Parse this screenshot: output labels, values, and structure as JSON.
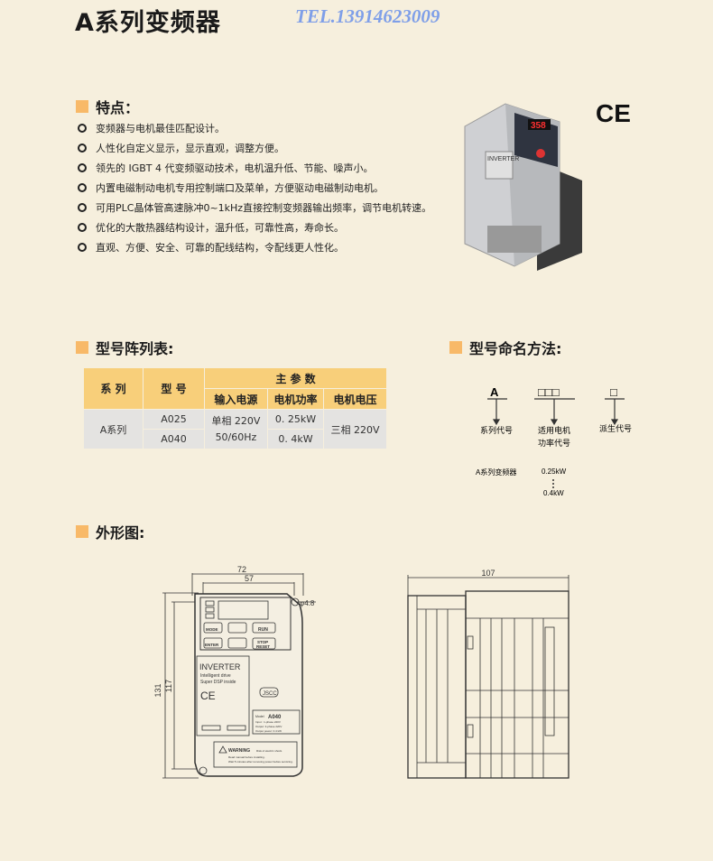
{
  "header": {
    "title": "A系列变频器",
    "tel": "TEL.13914623009"
  },
  "features": {
    "heading": "特点：",
    "items": [
      "变频器与电机最佳匹配设计。",
      "人性化自定义显示，显示直观，调整方便。",
      "领先的 IGBT 4 代变频驱动技术，电机温升低、节能、噪声小。",
      "内置电磁制动电机专用控制端口及菜单，方便驱动电磁制动电机。",
      "可用PLC晶体管高速脉冲0~1kHz直接控制变频器输出频率，调节电机转速。",
      "优化的大散热器结构设计，温升低，可靠性高，寿命长。",
      "直观、方便、安全、可靠的配线结构，令配线更人性化。"
    ]
  },
  "product": {
    "ce": "CE",
    "display": "358",
    "brand": "INVERTER"
  },
  "model_table": {
    "heading": "型号阵列表:",
    "headers": {
      "series": "系 列",
      "model": "型 号",
      "main_params": "主 参 数",
      "input": "输入电源",
      "power": "电机功率",
      "voltage": "电机电压"
    },
    "series": "A系列",
    "rows": [
      {
        "model": "A025",
        "power": "0. 25kW"
      },
      {
        "model": "A040",
        "power": "0. 4kW"
      }
    ],
    "input_line1": "单相 220V",
    "input_line2": "50/60Hz",
    "voltage": "三相 220V"
  },
  "naming": {
    "heading": "型号命名方法:",
    "a": "A",
    "boxes3": "□□□",
    "box1": "□",
    "label1": "系列代号",
    "label2a": "适用电机",
    "label2b": "功率代号",
    "label3": "派生代号",
    "ex1": "A系列变频器",
    "ex2a": "0.25kW",
    "ex2b": "0.4kW"
  },
  "outline": {
    "heading": "外形图:",
    "w72": "72",
    "w57": "57",
    "hole": "φ4.8",
    "h131": "131",
    "h117": "117",
    "w107": "107",
    "keys": [
      "MODE",
      "ENTER",
      "RUN",
      "STOP",
      "RESET"
    ],
    "label_inv": "INVERTER",
    "label_l1": "Intelligent drive",
    "label_l2": "Super DSP  inside",
    "ce": "CE",
    "logo": "JSCC",
    "model_label": "Model",
    "model": "A040",
    "spec1": "Input : 1-phase 220V",
    "spec2": "Output: 3-phase 220V",
    "spec3": "Output power: 0.4 kW",
    "warn": "WARNING",
    "warn2": "Risk of electric shock.",
    "warn3": "Read manual before installing.",
    "warn4": "Wait 5 minutes after removing power before servicing."
  }
}
